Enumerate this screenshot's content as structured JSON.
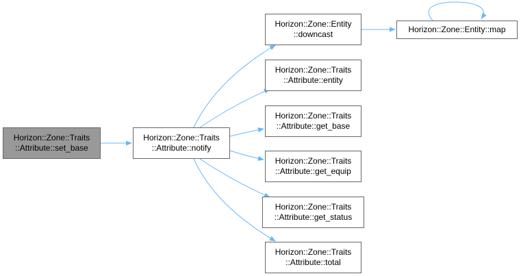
{
  "colors": {
    "edge": "#63b8ff",
    "root_fill": "#999999",
    "node_fill": "#ffffff",
    "border": "#666666"
  },
  "nodes": {
    "set_base": {
      "line1": "Horizon::Zone::Traits",
      "line2": "::Attribute::set_base"
    },
    "notify": {
      "line1": "Horizon::Zone::Traits",
      "line2": "::Attribute::notify"
    },
    "downcast": {
      "line1": "Horizon::Zone::Entity",
      "line2": "::downcast"
    },
    "map": {
      "line1": "Horizon::Zone::Entity::map"
    },
    "entity": {
      "line1": "Horizon::Zone::Traits",
      "line2": "::Attribute::entity"
    },
    "get_base": {
      "line1": "Horizon::Zone::Traits",
      "line2": "::Attribute::get_base"
    },
    "get_equip": {
      "line1": "Horizon::Zone::Traits",
      "line2": "::Attribute::get_equip"
    },
    "get_status": {
      "line1": "Horizon::Zone::Traits",
      "line2": "::Attribute::get_status"
    },
    "total": {
      "line1": "Horizon::Zone::Traits",
      "line2": "::Attribute::total"
    }
  },
  "edges": [
    {
      "from": "set_base",
      "to": "notify"
    },
    {
      "from": "notify",
      "to": "downcast"
    },
    {
      "from": "notify",
      "to": "entity"
    },
    {
      "from": "notify",
      "to": "get_base"
    },
    {
      "from": "notify",
      "to": "get_equip"
    },
    {
      "from": "notify",
      "to": "get_status"
    },
    {
      "from": "notify",
      "to": "total"
    },
    {
      "from": "downcast",
      "to": "map"
    },
    {
      "from": "map",
      "to": "map"
    }
  ]
}
